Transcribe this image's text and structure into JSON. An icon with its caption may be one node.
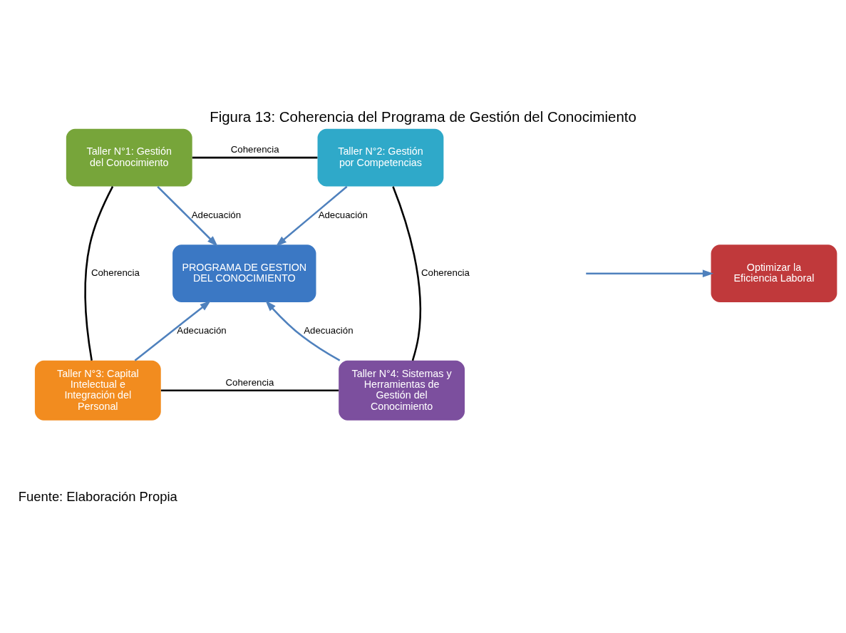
{
  "diagram": {
    "title": "Figura 13: Coherencia del Programa de Gestión del Conocimiento",
    "caption": "Fuente: Elaboración Propia",
    "nodes": [
      {
        "text": [
          "Taller N°1: Gestión del Conocimiento"
        ]
      },
      {
        "text": [
          "Taller N°2: Gestión por Competencias"
        ]
      },
      {
        "text": [
          "PROGRAMA DE GESTION DEL CONOCIMIENTO"
        ]
      },
      {
        "text": [
          "Optimizar la Eficiencia Laboral"
        ]
      },
      {
        "text": [
          "Taller N°3: Capital Intelectual e Integración del Personal"
        ]
      },
      {
        "text": [
          "Taller N°4: Sistemas y Herramientas de Gestión del Conocimiento"
        ]
      }
    ],
    "edges": [
      {
        "from": 0,
        "to": 1,
        "arrow": "none",
        "label": "Coherencia",
        "color": "#000000"
      },
      {
        "from": 0,
        "to": 2,
        "arrow": "to",
        "label": "Adecuación",
        "color": "#4f81bd"
      },
      {
        "from": 1,
        "to": 2,
        "arrow": "to",
        "label": "Adecuación",
        "color": "#4f81bd"
      },
      {
        "from": 0,
        "to": 4,
        "arrow": "none",
        "label": "Coherencia",
        "color": "#000000"
      },
      {
        "from": 1,
        "to": 5,
        "arrow": "none",
        "label": "Coherencia",
        "color": "#000000"
      },
      {
        "from": null,
        "to": 3,
        "arrow": "to",
        "color": "#4f81bd"
      },
      {
        "from": 4,
        "to": 2,
        "arrow": "to",
        "label": "Adecuación",
        "color": "#4f81bd"
      },
      {
        "from": 5,
        "to": 2,
        "arrow": "to",
        "label": "Adecuación",
        "color": "#4f81bd"
      },
      {
        "from": 4,
        "to": 5,
        "arrow": "none",
        "label": "Coherencia",
        "color": "#000000"
      }
    ]
  }
}
